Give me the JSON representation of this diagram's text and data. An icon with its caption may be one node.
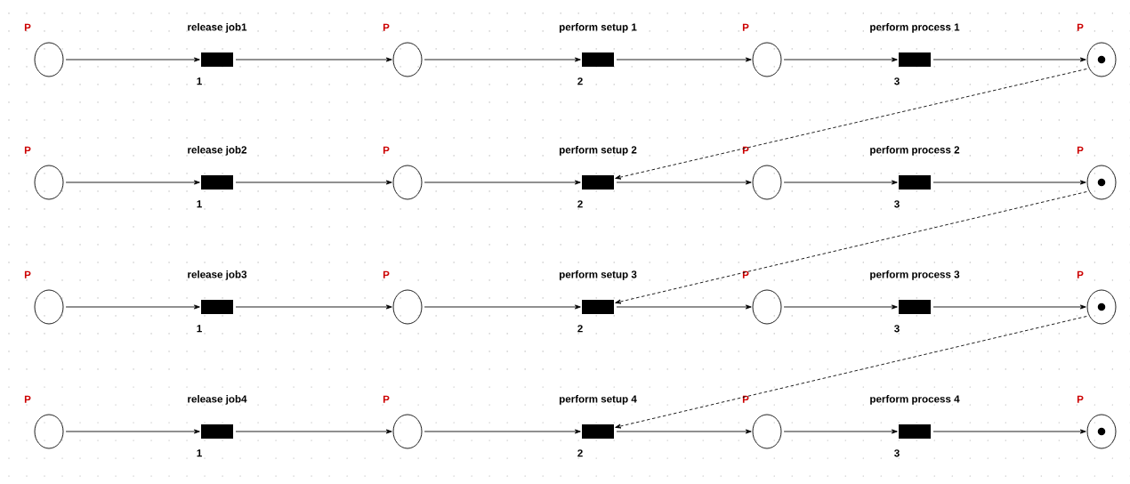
{
  "diagram": {
    "nodes": [
      {
        "text": [
          "P"
        ]
      },
      {
        "text": [
          "release job1"
        ],
        "beside": [
          "1"
        ]
      },
      {
        "text": [
          "P"
        ]
      },
      {
        "text": [
          "perform setup 1"
        ],
        "beside": [
          "2"
        ]
      },
      {
        "text": [
          "P"
        ]
      },
      {
        "text": [
          "perform process 1"
        ],
        "beside": [
          "3"
        ]
      },
      {
        "text": [
          "P"
        ]
      },
      {
        "text": [],
        "shape": "circle",
        "in": 6
      },
      {
        "text": [
          "P"
        ]
      },
      {
        "text": [
          "release job2"
        ],
        "beside": [
          "1"
        ]
      },
      {
        "text": [
          "P"
        ]
      },
      {
        "text": [
          "perform setup 2"
        ],
        "beside": [
          "2"
        ]
      },
      {
        "text": [
          "P"
        ]
      },
      {
        "text": [
          "perform process 2"
        ],
        "beside": [
          "3"
        ]
      },
      {
        "text": [
          "P"
        ]
      },
      {
        "text": [],
        "shape": "circle",
        "in": 14
      },
      {
        "text": [
          "P"
        ]
      },
      {
        "text": [
          "release job3"
        ],
        "beside": [
          "1"
        ]
      },
      {
        "text": [
          "P"
        ]
      },
      {
        "text": [
          "perform setup 3"
        ],
        "beside": [
          "2"
        ]
      },
      {
        "text": [
          "P"
        ]
      },
      {
        "text": [
          "perform process 3"
        ],
        "beside": [
          "3"
        ]
      },
      {
        "text": [
          "P"
        ]
      },
      {
        "text": [],
        "shape": "circle",
        "in": 22
      },
      {
        "text": [
          "P"
        ]
      },
      {
        "text": [
          "release job4"
        ],
        "beside": [
          "1"
        ]
      },
      {
        "text": [
          "P"
        ]
      },
      {
        "text": [
          "perform setup 4"
        ],
        "beside": [
          "2"
        ]
      },
      {
        "text": [
          "P"
        ]
      },
      {
        "text": [
          "perform process 4"
        ],
        "beside": [
          "3"
        ]
      },
      {
        "text": [
          "P"
        ]
      },
      {
        "text": [],
        "shape": "circle",
        "in": 30
      }
    ],
    "edges": [
      {
        "from": 0,
        "to": 1,
        "arrow": "to"
      },
      {
        "from": 1,
        "to": 2,
        "arrow": "to"
      },
      {
        "from": 2,
        "to": 3,
        "arrow": "to"
      },
      {
        "from": 3,
        "to": 4,
        "arrow": "to"
      },
      {
        "from": 4,
        "to": 5,
        "arrow": "to"
      },
      {
        "from": 5,
        "to": 6,
        "arrow": "to"
      },
      {
        "from": 8,
        "to": 9,
        "arrow": "to"
      },
      {
        "from": 9,
        "to": 10,
        "arrow": "to"
      },
      {
        "from": 10,
        "to": 11,
        "arrow": "to"
      },
      {
        "from": 11,
        "to": 12,
        "arrow": "to"
      },
      {
        "from": 12,
        "to": 13,
        "arrow": "to"
      },
      {
        "from": 13,
        "to": 14,
        "arrow": "to"
      },
      {
        "from": 16,
        "to": 17,
        "arrow": "to"
      },
      {
        "from": 17,
        "to": 18,
        "arrow": "to"
      },
      {
        "from": 18,
        "to": 19,
        "arrow": "to"
      },
      {
        "from": 19,
        "to": 20,
        "arrow": "to"
      },
      {
        "from": 20,
        "to": 21,
        "arrow": "to"
      },
      {
        "from": 21,
        "to": 22,
        "arrow": "to"
      },
      {
        "from": 24,
        "to": 25,
        "arrow": "to"
      },
      {
        "from": 25,
        "to": 26,
        "arrow": "to"
      },
      {
        "from": 26,
        "to": 27,
        "arrow": "to"
      },
      {
        "from": 27,
        "to": 28,
        "arrow": "to"
      },
      {
        "from": 28,
        "to": 29,
        "arrow": "to"
      },
      {
        "from": 29,
        "to": 30,
        "arrow": "to"
      },
      {
        "from": 6,
        "to": 11,
        "arrow": "to",
        "style": "dashed"
      },
      {
        "from": 14,
        "to": 19,
        "arrow": "to",
        "style": "dashed"
      },
      {
        "from": 22,
        "to": 27,
        "arrow": "to",
        "style": "dashed"
      }
    ]
  }
}
